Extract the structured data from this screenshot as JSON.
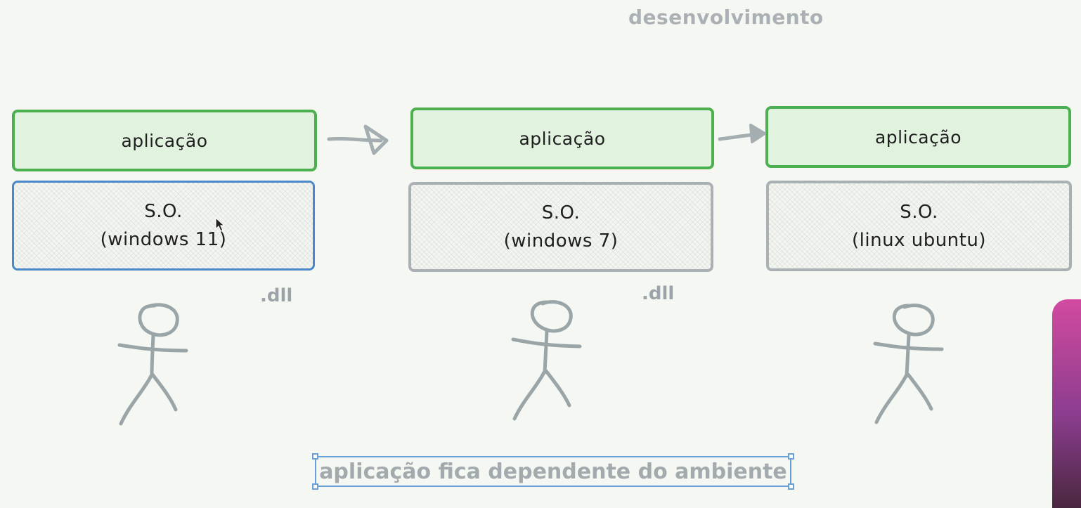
{
  "diagram": {
    "title": "desenvolvimento",
    "columns": [
      {
        "app_label": "aplicação",
        "os_line1": "S.O.",
        "os_line2": "(windows 11)"
      },
      {
        "app_label": "aplicação",
        "os_line1": "S.O.",
        "os_line2": "(windows 7)"
      },
      {
        "app_label": "aplicação",
        "os_line1": "S.O.",
        "os_line2": "(linux ubuntu)"
      }
    ],
    "dll_labels": [
      ".dll",
      ".dll"
    ],
    "caption": "aplicação fica dependente do ambiente"
  },
  "colors": {
    "background": "#f5f7f2",
    "app_border": "#4caf50",
    "app_fill": "#e1f3df",
    "os_selected_border": "#4a88c7",
    "os_border": "#a9b1b4",
    "figure_stroke": "#9aa5a8",
    "muted_text": "#a3aaae"
  }
}
